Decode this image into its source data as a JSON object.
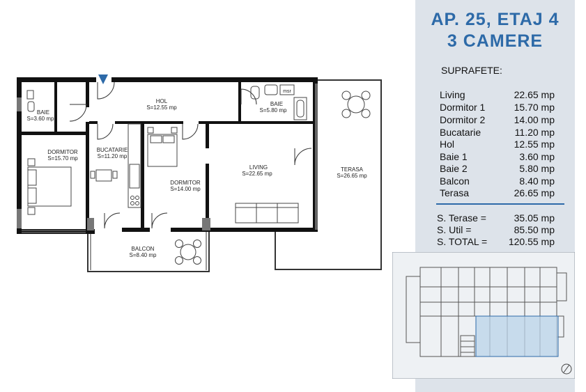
{
  "header": {
    "line1": "AP. 25, ETAJ 4",
    "line2": "3 CAMERE"
  },
  "areas": {
    "heading": "SUPRAFETE:",
    "items": [
      {
        "name": "Living",
        "value": "22.65 mp"
      },
      {
        "name": "Dormitor 1",
        "value": "15.70 mp"
      },
      {
        "name": "Dormitor 2",
        "value": "14.00 mp"
      },
      {
        "name": "Bucatarie",
        "value": "11.20 mp"
      },
      {
        "name": "Hol",
        "value": "12.55 mp"
      },
      {
        "name": "Baie 1",
        "value": "3.60 mp"
      },
      {
        "name": "Baie 2",
        "value": "5.80 mp"
      },
      {
        "name": "Balcon",
        "value": "8.40 mp"
      },
      {
        "name": "Terasa",
        "value": "26.65 mp"
      }
    ],
    "totals": [
      {
        "name": "S. Terase =",
        "value": "35.05 mp"
      },
      {
        "name": "S. Util =",
        "value": "85.50 mp"
      },
      {
        "name": "S. TOTAL =",
        "value": "120.55 mp"
      }
    ]
  },
  "plan": {
    "rooms": {
      "baie1": {
        "name": "BAIE",
        "area": "S=3.60 mp"
      },
      "dormitor1": {
        "name": "DORMITOR",
        "area": "S=15.70 mp"
      },
      "hol": {
        "name": "HOL",
        "area": "S=12.55 mp"
      },
      "baie2": {
        "name": "BAIE",
        "area": "S=5.80 mp"
      },
      "bucatarie": {
        "name": "BUCATARIE",
        "area": "S=11.20 mp"
      },
      "dormitor2": {
        "name": "DORMITOR",
        "area": "S=14.00 mp"
      },
      "living": {
        "name": "LIVING",
        "area": "S=22.65 mp"
      },
      "terasa": {
        "name": "TERASA",
        "area": "S=26.65 mp"
      },
      "balcon": {
        "name": "BALCON",
        "area": "S=8.40 mp"
      }
    },
    "msr": "msr",
    "colors": {
      "wall": "#111111",
      "entry_marker": "#2d6aa8",
      "highlight": "#b9d3ea"
    }
  }
}
